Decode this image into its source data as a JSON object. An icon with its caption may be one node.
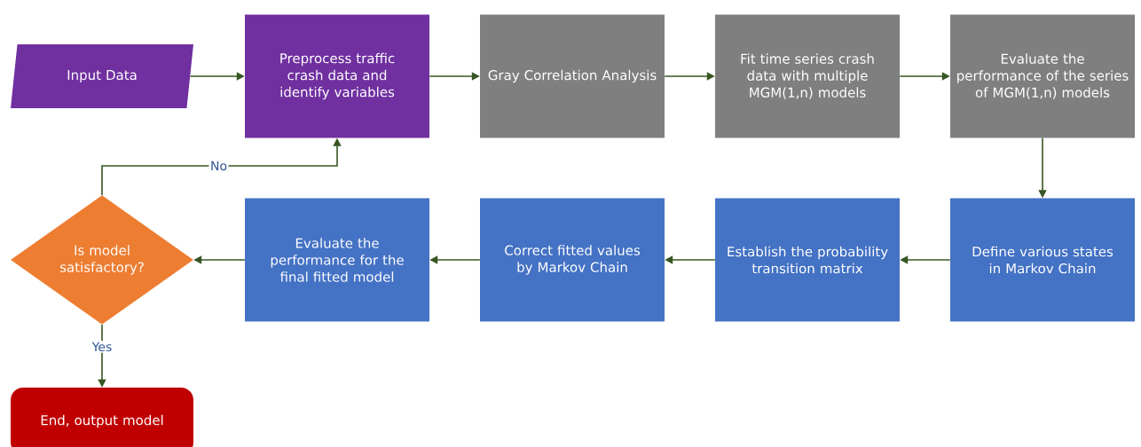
{
  "diagram": {
    "nodes": [
      {
        "text": [
          "Input Data"
        ]
      },
      {
        "text": [
          "Preprocess traffic crash data and identify variables"
        ]
      },
      {
        "text": [
          "Gray Correlation Analysis"
        ]
      },
      {
        "text": [
          "Fit time series crash data with multiple MGM(1,n) models"
        ]
      },
      {
        "text": [
          "Evaluate the performance of the series of MGM(1,n) models"
        ]
      },
      {
        "text": [
          "Define various states in Markov Chain"
        ]
      },
      {
        "text": [
          "Establish the probability transition matrix"
        ]
      },
      {
        "text": [
          "Correct fitted values by Markov Chain"
        ]
      },
      {
        "text": [
          "Evaluate the performance for the final fitted model"
        ]
      },
      {
        "text": [
          "Is model satisfactory?"
        ]
      },
      {
        "text": [
          "End, output model"
        ]
      }
    ],
    "edges": [
      {
        "from": 0,
        "to": 1,
        "arrow": "to"
      },
      {
        "from": 1,
        "to": 2,
        "arrow": "to"
      },
      {
        "from": 2,
        "to": 3,
        "arrow": "to"
      },
      {
        "from": 3,
        "to": 4,
        "arrow": "to"
      },
      {
        "from": 4,
        "to": 5,
        "arrow": "to"
      },
      {
        "from": 5,
        "to": 6,
        "arrow": "to"
      },
      {
        "from": 6,
        "to": 7,
        "arrow": "to"
      },
      {
        "from": 7,
        "to": 8,
        "arrow": "to"
      },
      {
        "from": 8,
        "to": 9,
        "arrow": "to"
      },
      {
        "from": 9,
        "to": 1,
        "arrow": "to",
        "label": "No"
      },
      {
        "from": 9,
        "to": 10,
        "arrow": "to",
        "label": "Yes"
      }
    ]
  }
}
